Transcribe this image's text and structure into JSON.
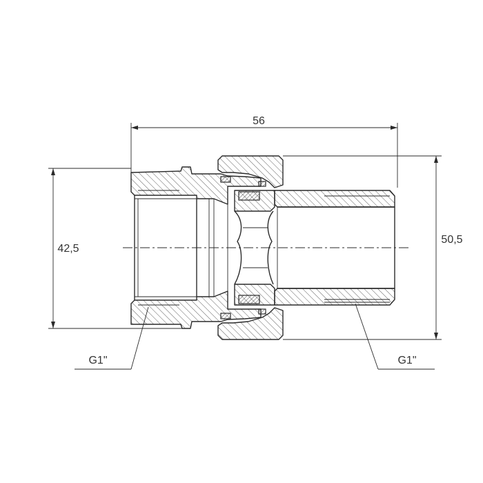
{
  "dimensions": {
    "length": "56",
    "outer_diameter_left": "42,5",
    "outer_diameter_right": "50,5"
  },
  "threads": {
    "left": "G1\"",
    "right": "G1\""
  }
}
